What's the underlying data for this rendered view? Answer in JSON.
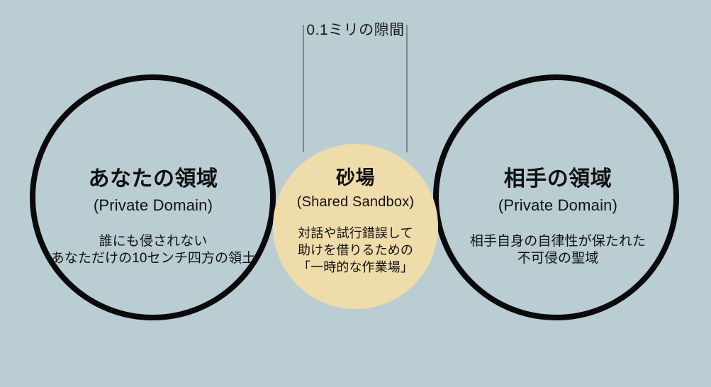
{
  "theme": {
    "background_color": "#b9cdd3",
    "outline_color": "#0a0a0a",
    "sandbox_fill_color": "#efdcab",
    "leader_line_color": "#7d8a8d",
    "text_color": "#111111"
  },
  "annotation": {
    "gap_label": "0.1ミリの隙間"
  },
  "left_domain": {
    "title": "あなたの領域",
    "subtitle": "(Private Domain)",
    "description_lines": [
      "誰にも侵されない",
      "あなただけの10センチ四方の領土"
    ]
  },
  "sandbox": {
    "title": "砂場",
    "subtitle": "(Shared Sandbox)",
    "description_lines": [
      "対話や試行錯誤して",
      "助けを借りるための",
      "「一時的な作業場」"
    ]
  },
  "right_domain": {
    "title": "相手の領域",
    "subtitle": "(Private Domain)",
    "description_lines": [
      "相手自身の自律性が保たれた",
      "不可侵の聖域"
    ]
  }
}
